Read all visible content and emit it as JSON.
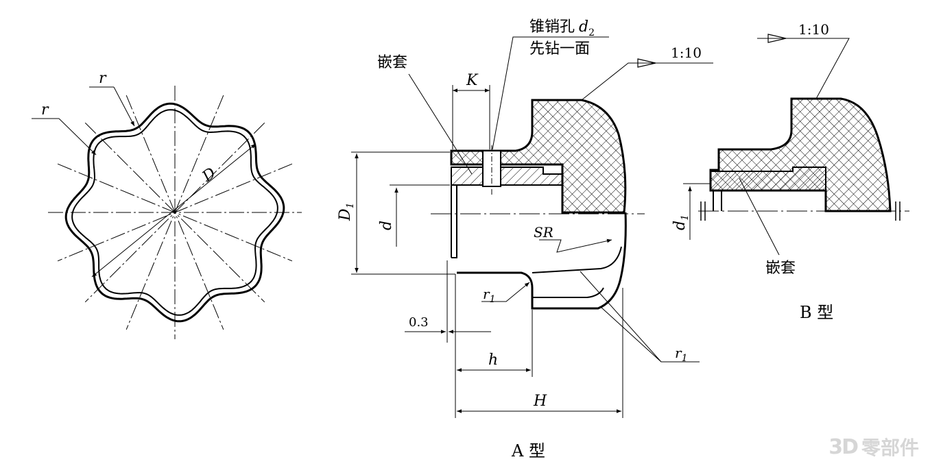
{
  "left_view": {
    "r_outer": "r",
    "r_inner": "r",
    "diameter": "D"
  },
  "view_a": {
    "insert_label": "嵌套",
    "pin_hole_line1": "锥销孔",
    "pin_hole_var": "d",
    "pin_hole_sub": "2",
    "pin_hole_line2": "先钻一面",
    "dim_k": "K",
    "taper": "1:10",
    "dim_D1_main": "D",
    "dim_D1_sub": "1",
    "dim_d": "d",
    "dim_SR": "SR",
    "dim_r1_left_main": "r",
    "dim_r1_left_sub": "1",
    "dim_r1_right_main": "r",
    "dim_r1_right_sub": "1",
    "dim_03": "0.3",
    "dim_h": "h",
    "dim_H": "H",
    "caption": "A 型"
  },
  "view_b": {
    "taper": "1:10",
    "dim_d1_main": "d",
    "dim_d1_sub": "1",
    "insert_label": "嵌套",
    "caption": "B 型"
  },
  "watermark": {
    "mark": "3D",
    "text": "零部件"
  }
}
